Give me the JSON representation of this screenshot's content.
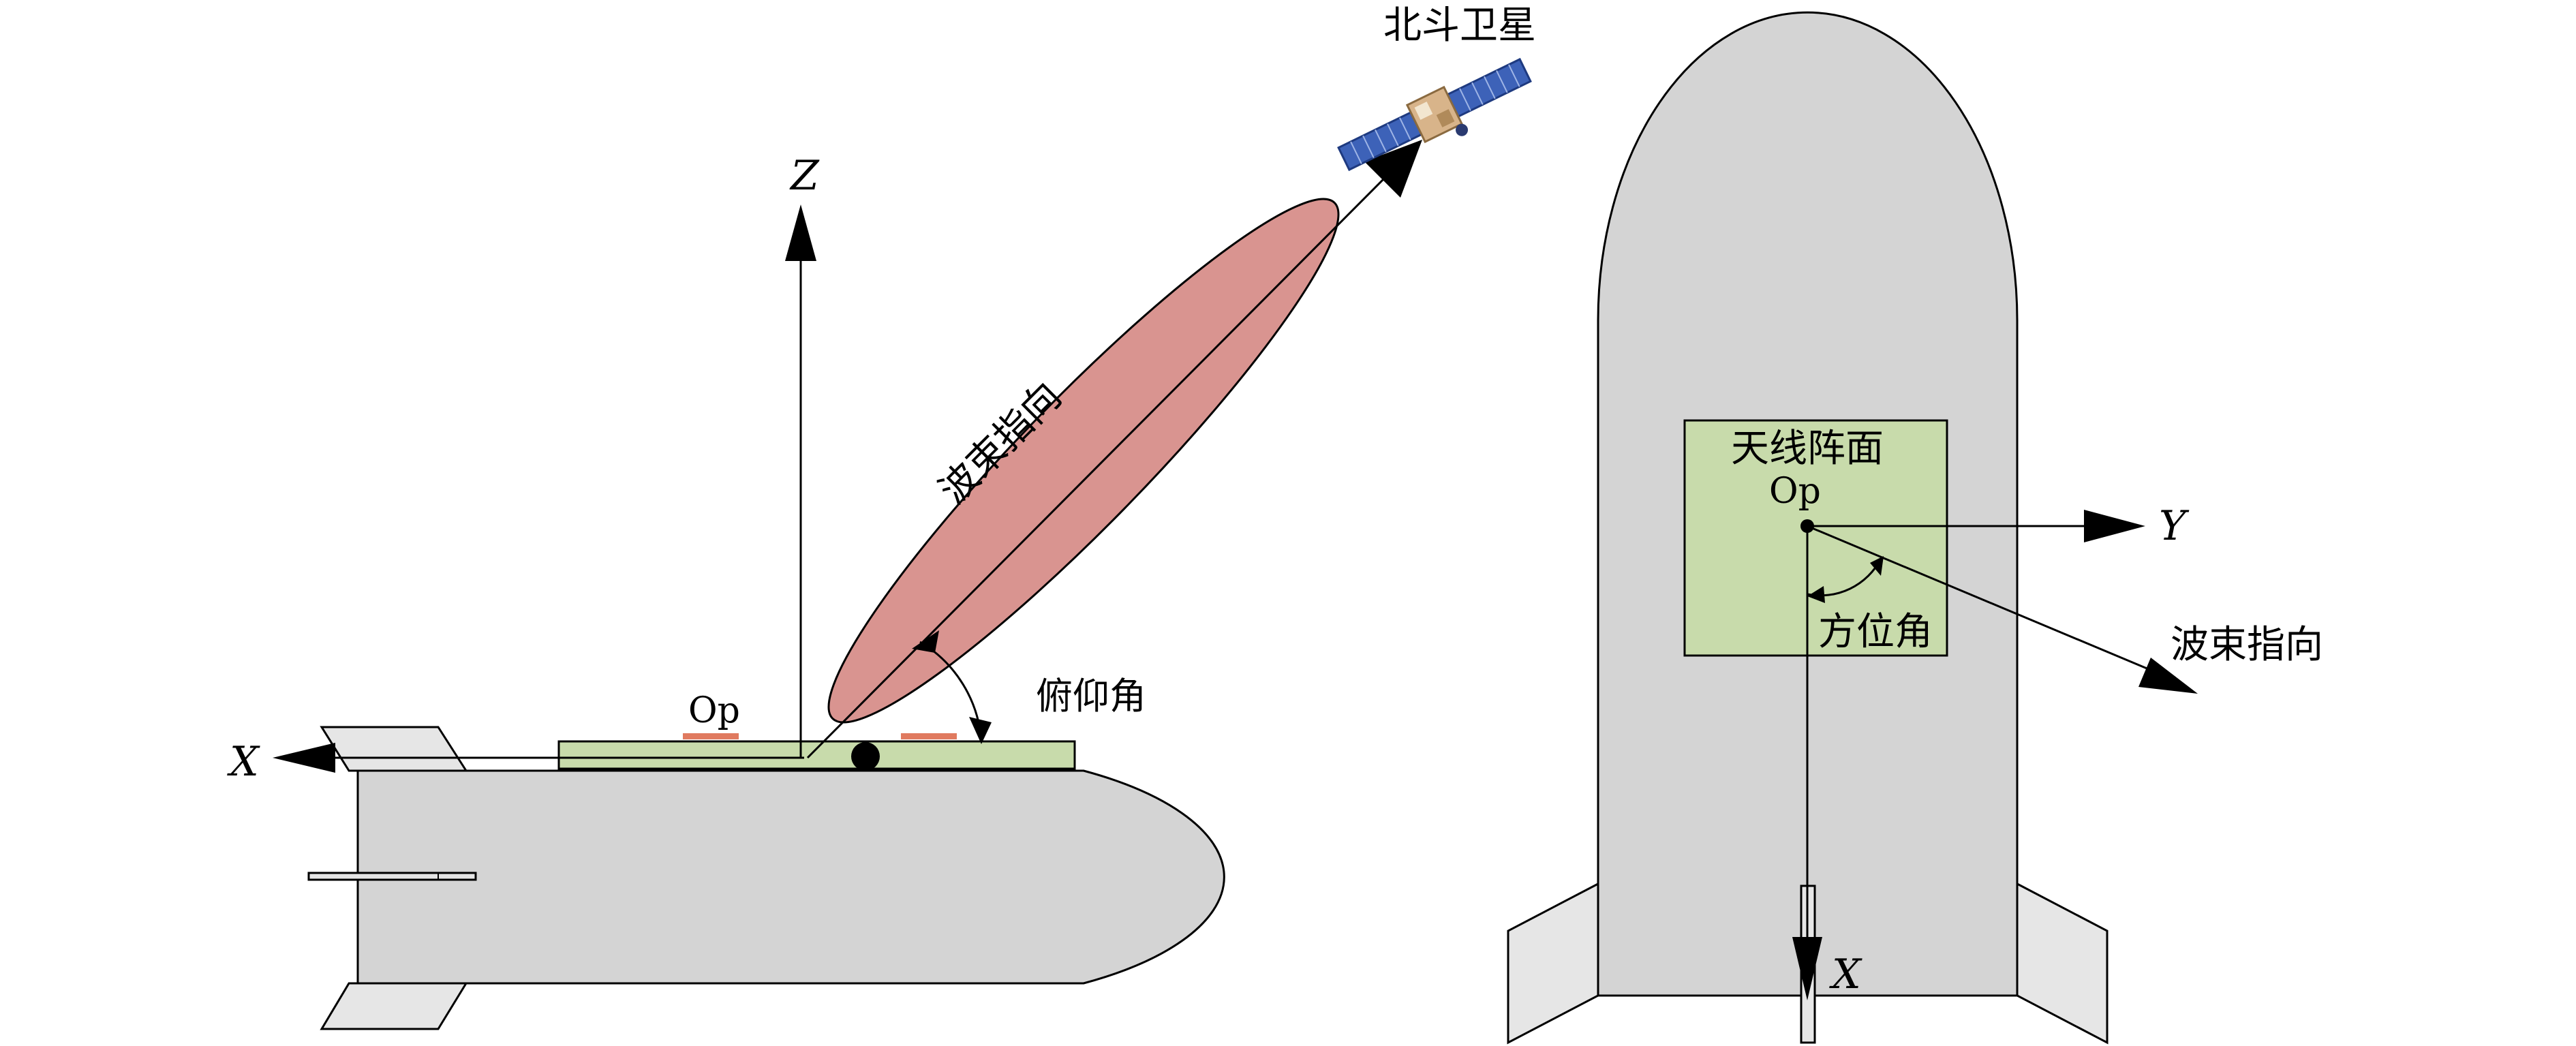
{
  "figure": {
    "side_view": {
      "satellite_label": "北斗卫星",
      "beam_label": "波束指向",
      "elevation_label": "俯仰角",
      "origin_label": "Op",
      "axis_z": "Z",
      "axis_x": "X"
    },
    "top_view": {
      "array_label": "天线阵面",
      "origin_label": "Op",
      "azimuth_label": "方位角",
      "beam_label": "波束指向",
      "axis_y": "Y",
      "axis_x": "X"
    }
  },
  "colors": {
    "body_fill": "#d4d4d4",
    "fin_fill": "#e6e6e6",
    "array_fill": "#c8dbab",
    "beam_fill": "#d99490",
    "element_fill": "#e07a5f",
    "stroke": "#000000",
    "satellite_panel": "#3d62b8",
    "satellite_body": "#d8b48a"
  },
  "icons": [
    "satellite-icon"
  ]
}
